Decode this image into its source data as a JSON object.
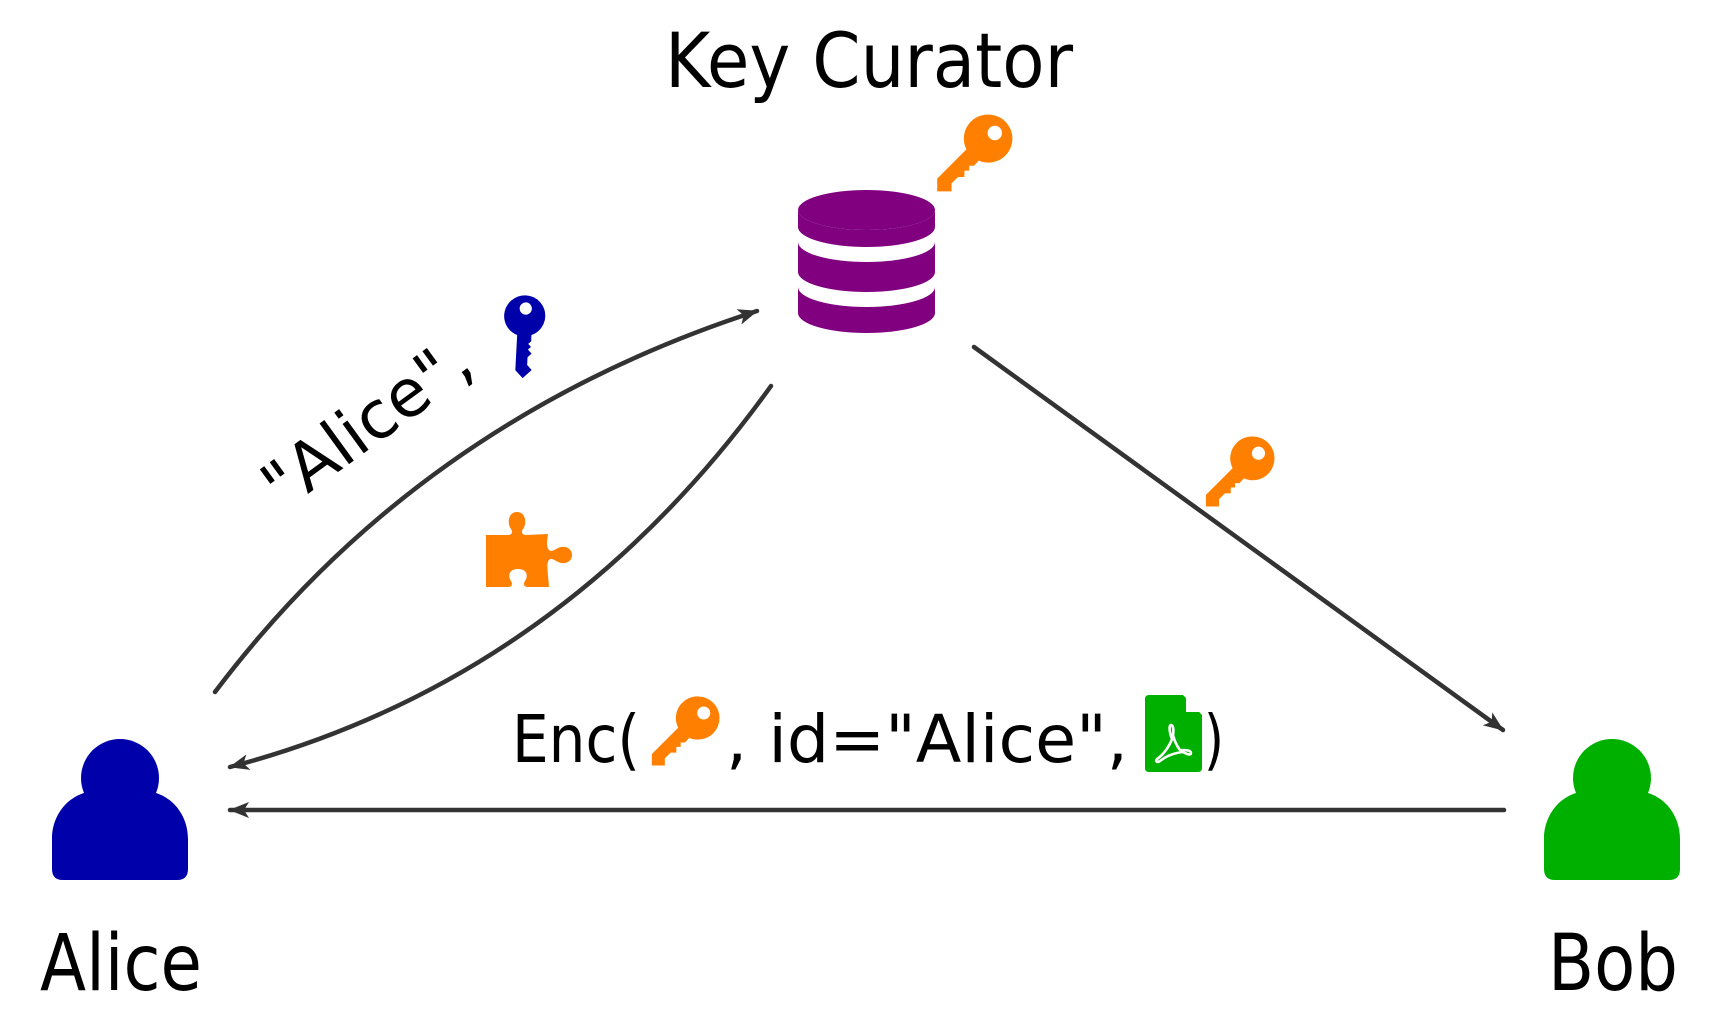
{
  "title": "Key Curator",
  "nodes": {
    "curator": {
      "label": "Key Curator",
      "icon": "database-icon",
      "color": "#800080",
      "badge_icon": "key-icon",
      "badge_color": "#FF8000"
    },
    "alice": {
      "label": "Alice",
      "icon": "user-icon",
      "color": "#0000AA"
    },
    "bob": {
      "label": "Bob",
      "icon": "user-icon",
      "color": "#00B000"
    }
  },
  "edges": [
    {
      "from": "Alice",
      "to": "Key Curator",
      "label_text": "\"Alice\",",
      "label_icon": "key-icon",
      "label_icon_color": "#0000AA"
    },
    {
      "from": "Key Curator",
      "to": "Alice",
      "label_icon": "puzzle-piece-icon",
      "label_icon_color": "#FF8000"
    },
    {
      "from": "Key Curator",
      "to": "Bob",
      "label_icon": "key-icon",
      "label_icon_color": "#FF8000"
    },
    {
      "from": "Bob",
      "to": "Alice",
      "label_parts": {
        "prefix": "Enc(",
        "middle": ", id=\"Alice\",",
        "suffix": ")"
      },
      "label_icons": [
        "key-icon",
        "pdf-file-icon"
      ],
      "key_color": "#FF8000",
      "pdf_color": "#00B000"
    }
  ],
  "colors": {
    "edge": "#333333",
    "text": "#000000"
  }
}
